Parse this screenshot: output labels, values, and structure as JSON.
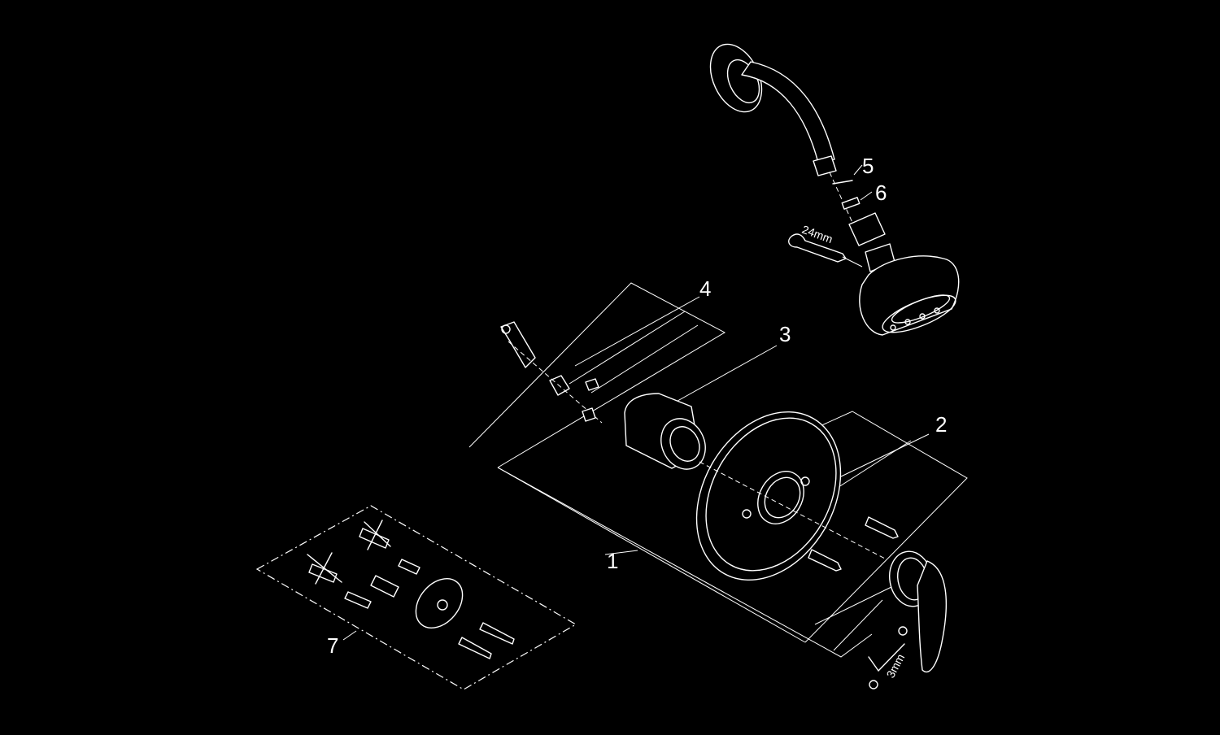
{
  "callouts": [
    {
      "id": "c1",
      "label": "1"
    },
    {
      "id": "c2",
      "label": "2"
    },
    {
      "id": "c3",
      "label": "3"
    },
    {
      "id": "c4",
      "label": "4"
    },
    {
      "id": "c5",
      "label": "5"
    },
    {
      "id": "c6",
      "label": "6"
    },
    {
      "id": "c7",
      "label": "7"
    }
  ],
  "tool_labels": {
    "wrench": "24mm",
    "hex_key": "3mm"
  },
  "colors": {
    "background": "#000000",
    "line": "#ffffff"
  }
}
